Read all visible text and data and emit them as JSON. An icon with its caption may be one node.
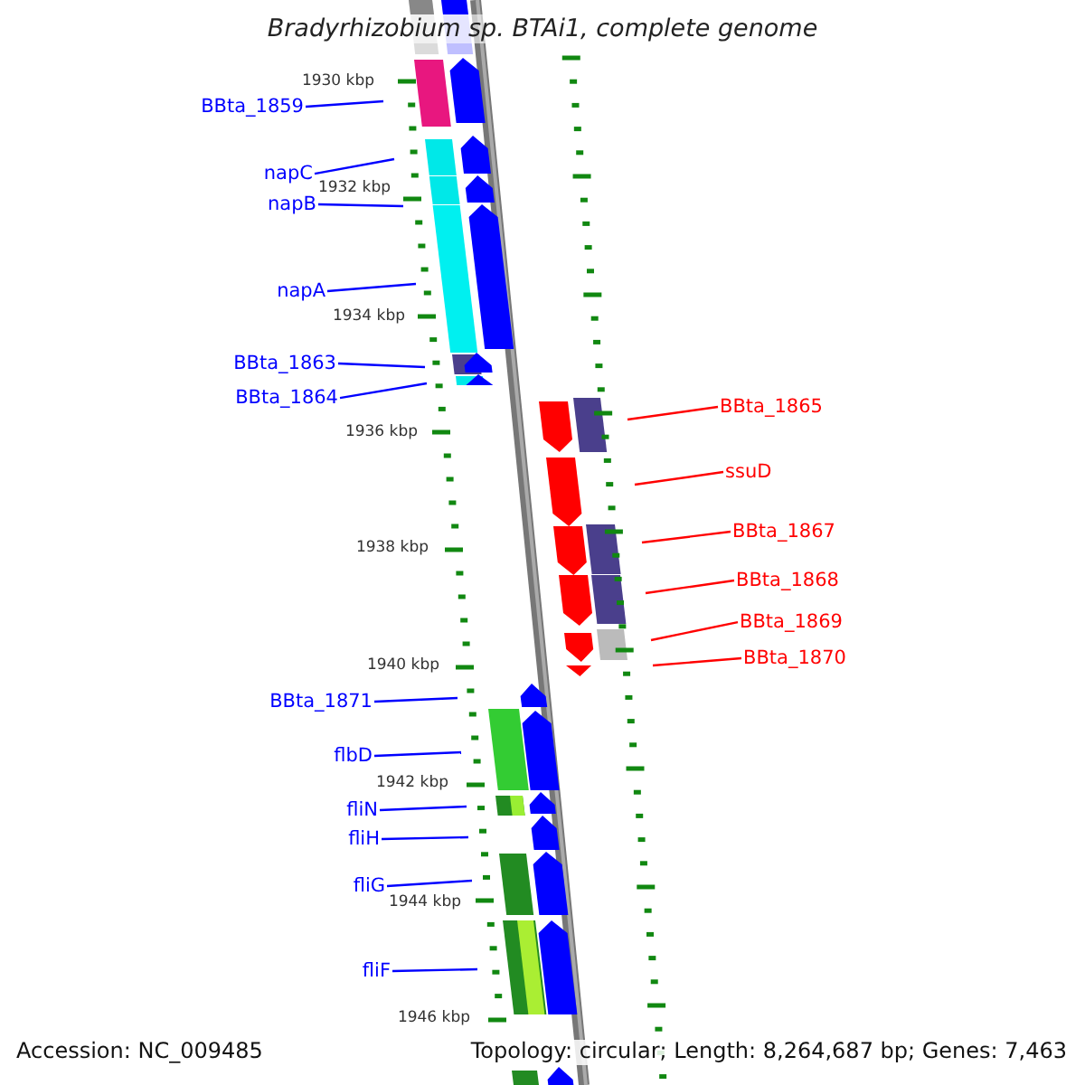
{
  "diagram": {
    "title": "Bradyrhizobium sp. BTAi1, complete genome",
    "nodes": [
      {
        "text": [
          "BBta_1859"
        ]
      },
      {
        "text": [
          "napC"
        ]
      },
      {
        "text": [
          "napB"
        ]
      },
      {
        "text": [
          "napA"
        ]
      },
      {
        "text": [
          "BBta_1863"
        ]
      },
      {
        "text": [
          "BBta_1864"
        ]
      },
      {
        "text": [
          "BBta_1865"
        ]
      },
      {
        "text": [
          "ssuD"
        ]
      },
      {
        "text": [
          "BBta_1867"
        ]
      },
      {
        "text": [
          "BBta_1868"
        ]
      },
      {
        "text": [
          "BBta_1869"
        ]
      },
      {
        "text": [
          "BBta_1870"
        ]
      },
      {
        "text": [
          "BBta_1871"
        ]
      },
      {
        "text": [
          "flbD"
        ]
      },
      {
        "text": [
          "fliN"
        ]
      },
      {
        "text": [
          "fliH"
        ]
      },
      {
        "text": [
          "fliG"
        ]
      },
      {
        "text": [
          "fliF"
        ]
      }
    ],
    "edges": [
      {
        "from": 0,
        "to": null,
        "arrow": "none"
      },
      {
        "from": 1,
        "to": null,
        "arrow": "none"
      },
      {
        "from": 2,
        "to": null,
        "arrow": "none"
      },
      {
        "from": 3,
        "to": null,
        "arrow": "none"
      },
      {
        "from": 4,
        "to": null,
        "arrow": "none"
      },
      {
        "from": 5,
        "to": null,
        "arrow": "none"
      },
      {
        "from": 6,
        "to": null,
        "arrow": "none",
        "color": "#ff0000"
      },
      {
        "from": 7,
        "to": null,
        "arrow": "none",
        "color": "#ff0000"
      },
      {
        "from": 8,
        "to": null,
        "arrow": "none",
        "color": "#ff0000"
      },
      {
        "from": 9,
        "to": null,
        "arrow": "none",
        "color": "#ff0000"
      },
      {
        "from": 10,
        "to": null,
        "arrow": "none",
        "color": "#ff0000"
      },
      {
        "from": 11,
        "to": null,
        "arrow": "none",
        "color": "#ff0000"
      },
      {
        "from": 12,
        "to": null,
        "arrow": "none"
      },
      {
        "from": 13,
        "to": null,
        "arrow": "none"
      },
      {
        "from": 14,
        "to": null,
        "arrow": "none"
      },
      {
        "from": 15,
        "to": null,
        "arrow": "none"
      },
      {
        "from": 16,
        "to": null,
        "arrow": "none"
      },
      {
        "from": 17,
        "to": null,
        "arrow": "none"
      }
    ],
    "labels": [
      "1930 kbp",
      "1932 kbp",
      "1934 kbp",
      "1936 kbp",
      "1938 kbp",
      "1940 kbp",
      "1942 kbp",
      "1944 kbp",
      "1946 kbp",
      "Accession: NC_009485",
      "Topology: circular; Length: 8,264,687 bp; Genes: 7,463"
    ]
  }
}
